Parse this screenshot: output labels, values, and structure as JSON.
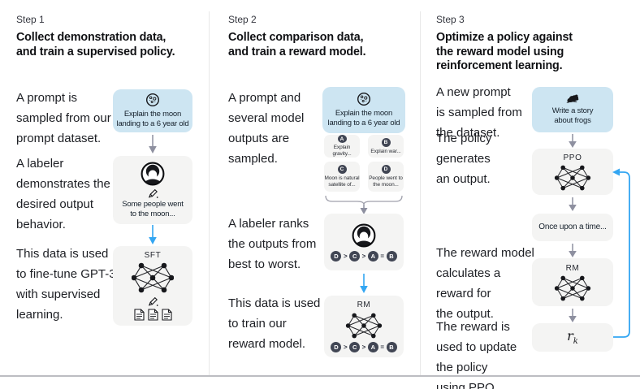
{
  "colors": {
    "prompt_box_bg": "#cde5f2",
    "panel_bg": "#f4f4f3",
    "badge_bg": "#414654",
    "blue_arrow": "#33a6f2",
    "gray_arrow": "#8e90a0",
    "text": "#1d1f24"
  },
  "step1": {
    "step_label": "Step 1",
    "title": "Collect demonstration data,\nand train a supervised policy.",
    "caption_prompt": "A prompt is\nsampled from our\nprompt dataset.",
    "caption_labeler": "A labeler\ndemonstrates the\ndesired output\nbehavior.",
    "caption_finetune": "This data is used\nto fine-tune GPT-3\nwith supervised\nlearning.",
    "prompt_box_text": "Explain the moon\nlanding to a 6 year old",
    "labeler_box_text": "Some people went\nto the moon...",
    "model_label": "SFT"
  },
  "step2": {
    "step_label": "Step 2",
    "title": "Collect comparison data,\nand train a reward model.",
    "caption_prompt": "A prompt and\nseveral model\noutputs are\nsampled.",
    "caption_rank": "A labeler ranks\nthe outputs from\nbest to worst.",
    "caption_train": "This data is used\nto train our\nreward model.",
    "prompt_box_text": "Explain the moon\nlanding to a 6 year old",
    "outputs": [
      {
        "letter": "A",
        "text": "Explain gravity..."
      },
      {
        "letter": "B",
        "text": "Explain war..."
      },
      {
        "letter": "C",
        "text": "Moon is natural\nsatellite of..."
      },
      {
        "letter": "D",
        "text": "People went to\nthe moon..."
      }
    ],
    "ranking": [
      "D",
      ">",
      "C",
      ">",
      "A",
      "=",
      "B"
    ],
    "model_label": "RM"
  },
  "step3": {
    "step_label": "Step 3",
    "title": "Optimize a policy against\nthe reward model using\nreinforcement learning.",
    "caption_prompt": "A new prompt\nis sampled from\nthe dataset.",
    "caption_policy": "The policy\ngenerates\nan output.",
    "caption_reward": "The reward model\ncalculates a\nreward for\nthe output.",
    "caption_update": "The reward is\nused to update\nthe policy\nusing PPO.",
    "prompt_box_text": "Write a story\nabout frogs",
    "policy_label": "PPO",
    "output_box_text": "Once upon a time...",
    "rm_label": "RM",
    "reward_symbol": "r",
    "reward_subscript": "k"
  }
}
